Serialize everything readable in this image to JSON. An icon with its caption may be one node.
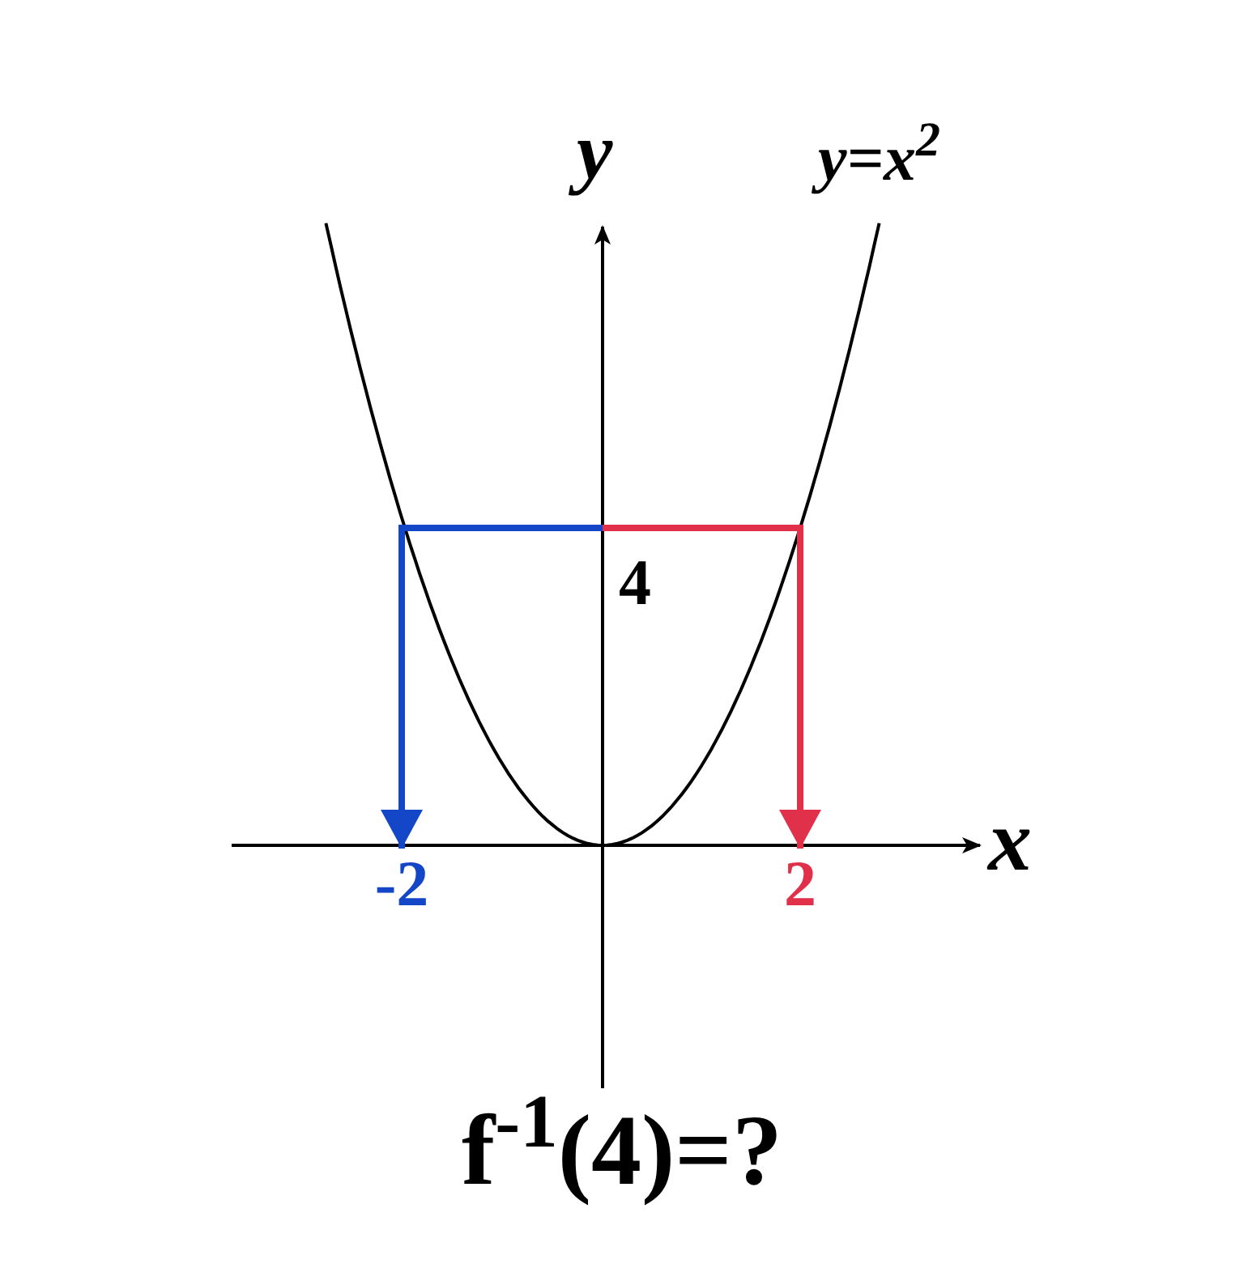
{
  "diagram": {
    "caption": "f$^{-1}$(4)=?",
    "nodes": [
      {
        "text": [
          "4"
        ]
      },
      {
        "text": [
          "-2"
        ]
      },
      {
        "text": [
          "2"
        ]
      }
    ],
    "edges": [
      {
        "from": 0,
        "to": 1,
        "arrow": "to",
        "color": "#1446c8"
      },
      {
        "from": 0,
        "to": 2,
        "arrow": "to",
        "color": "#e0304a"
      }
    ],
    "labels": [
      "y",
      "y=x$^{2}$",
      "x"
    ]
  }
}
